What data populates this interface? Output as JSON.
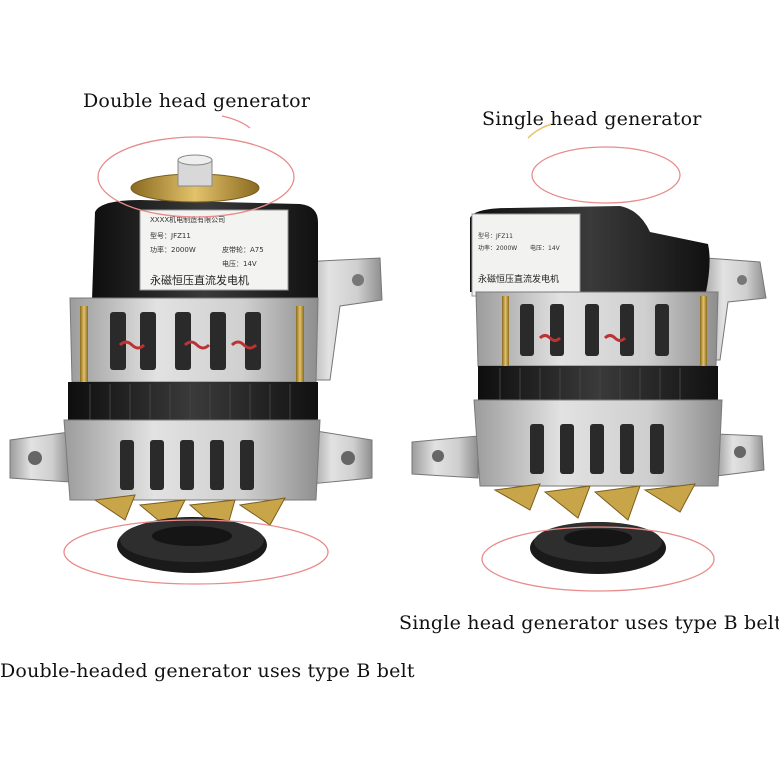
{
  "captions": {
    "double_head_title": "Double head generator",
    "single_head_title": "Single head generator",
    "single_head_belt": "Single head generator uses type B belt",
    "double_head_belt": "Double-headed generator uses type B belt"
  },
  "label_plates": {
    "left": [
      "永磁恒压直流发电机",
      "型号：JFZ11",
      "功率：2000W",
      "皮带轮：A75",
      "电压：14V",
      "XXXX机电制造有限公司"
    ],
    "right": [
      "永磁恒压直流发电机",
      "型号：JFZ11",
      "功率：2000W",
      "电压：14V"
    ]
  },
  "colors": {
    "highlight_ellipse": "#e88b8b",
    "housing_gray": "#c9c9c9",
    "black_parts": "#1c1c1c",
    "brass": "#c9a54a"
  }
}
